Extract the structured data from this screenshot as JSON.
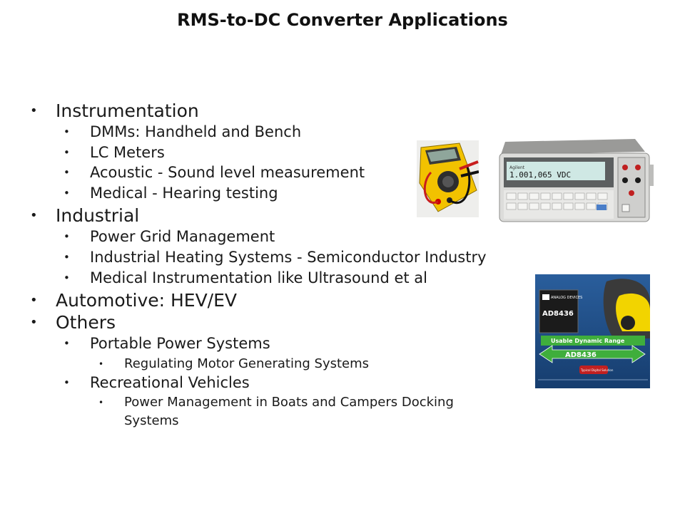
{
  "slide": {
    "title": "RMS-to-DC Converter Applications"
  },
  "bullets": [
    {
      "level": 1,
      "text": "Instrumentation"
    },
    {
      "level": 2,
      "text": "DMMs: Handheld and Bench"
    },
    {
      "level": 2,
      "text": "LC Meters"
    },
    {
      "level": 2,
      "text": "Acoustic - Sound level measurement"
    },
    {
      "level": 2,
      "text": "Medical - Hearing testing"
    },
    {
      "level": 1,
      "text": "Industrial"
    },
    {
      "level": 2,
      "text": "Power Grid Management"
    },
    {
      "level": 2,
      "text": "Industrial Heating Systems - Semiconductor Industry"
    },
    {
      "level": 2,
      "text": "Medical Instrumentation like Ultrasound et al"
    },
    {
      "level": 1,
      "text": "Automotive: HEV/EV"
    },
    {
      "level": 1,
      "text": "Others"
    },
    {
      "level": 2,
      "text": "Portable Power Systems"
    },
    {
      "level": 3,
      "text": "Regulating Motor Generating Systems"
    },
    {
      "level": 2,
      "text": "Recreational Vehicles"
    },
    {
      "level": 3,
      "text": "Power Management in Boats and Campers Docking"
    },
    {
      "level": 3,
      "text": "Systems"
    }
  ],
  "bullet_glyph": "•",
  "images": {
    "bench_meter": {
      "brand": "Agilent",
      "display_reading": "1.001,065 VDC"
    },
    "ad8436": {
      "logo_text": "ANALOG DEVICES",
      "chip_label": "AD8436",
      "banner_text": "Usable Dynamic Range",
      "arrow_label": "AD8436",
      "callout_text": "Typical Digital Solution"
    }
  },
  "colors": {
    "adi_blue": "#1f4f8a",
    "accent_green": "#3fae3c",
    "meter_yellow": "#f2c200",
    "display_teal": "#cfe8e4"
  }
}
